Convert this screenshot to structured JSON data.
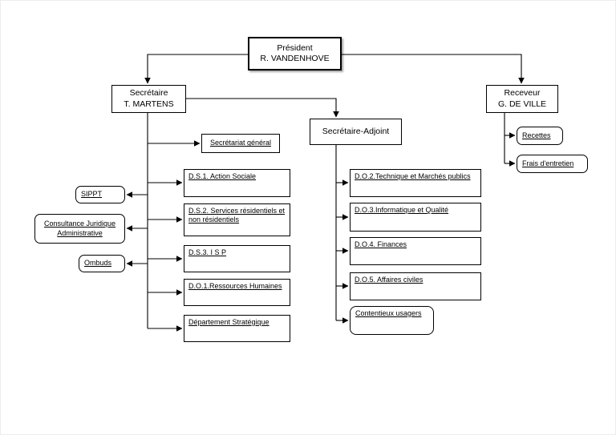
{
  "colors": {
    "line": "#000000",
    "box_border": "#000000",
    "background": "#ffffff"
  },
  "nodes": {
    "president": {
      "title": "Président",
      "name": "R. VANDENHOVE"
    },
    "secretaire": {
      "title": "Secrétaire",
      "name": "T. MARTENS"
    },
    "receveur": {
      "title": "Receveur",
      "name": "G. DE VILLE"
    },
    "secretaire_adjoint": {
      "label": "Secrétaire-Adjoint"
    },
    "secretariat_general": {
      "label": "Secrétariat général"
    },
    "sippt": {
      "label": "SIPPT"
    },
    "consultance_juridique": {
      "label": "Consultance Juridique Administrative"
    },
    "ombuds": {
      "label": "Ombuds"
    },
    "ds1": {
      "label": "D.S.1. Action Sociale"
    },
    "ds2": {
      "label": "D.S.2. Services résidentiels et non résidentiels"
    },
    "ds3": {
      "label": "D.S.3. I S P"
    },
    "do1": {
      "label": "D.O.1.Ressources Humaines"
    },
    "departement_strategique": {
      "label": "Département Stratégique"
    },
    "do2": {
      "label": "D.O.2.Technique et Marchés publics"
    },
    "do3": {
      "label": "D.O.3.Informatique et Qualité"
    },
    "do4": {
      "label": "D.O.4. Finances"
    },
    "do5": {
      "label": "D.O.5. Affaires civiles"
    },
    "contentieux_usagers": {
      "label": "Contentieux usagers"
    },
    "recettes": {
      "label": "Recettes"
    },
    "frais_entretien": {
      "label": "Frais d'entretien"
    }
  }
}
